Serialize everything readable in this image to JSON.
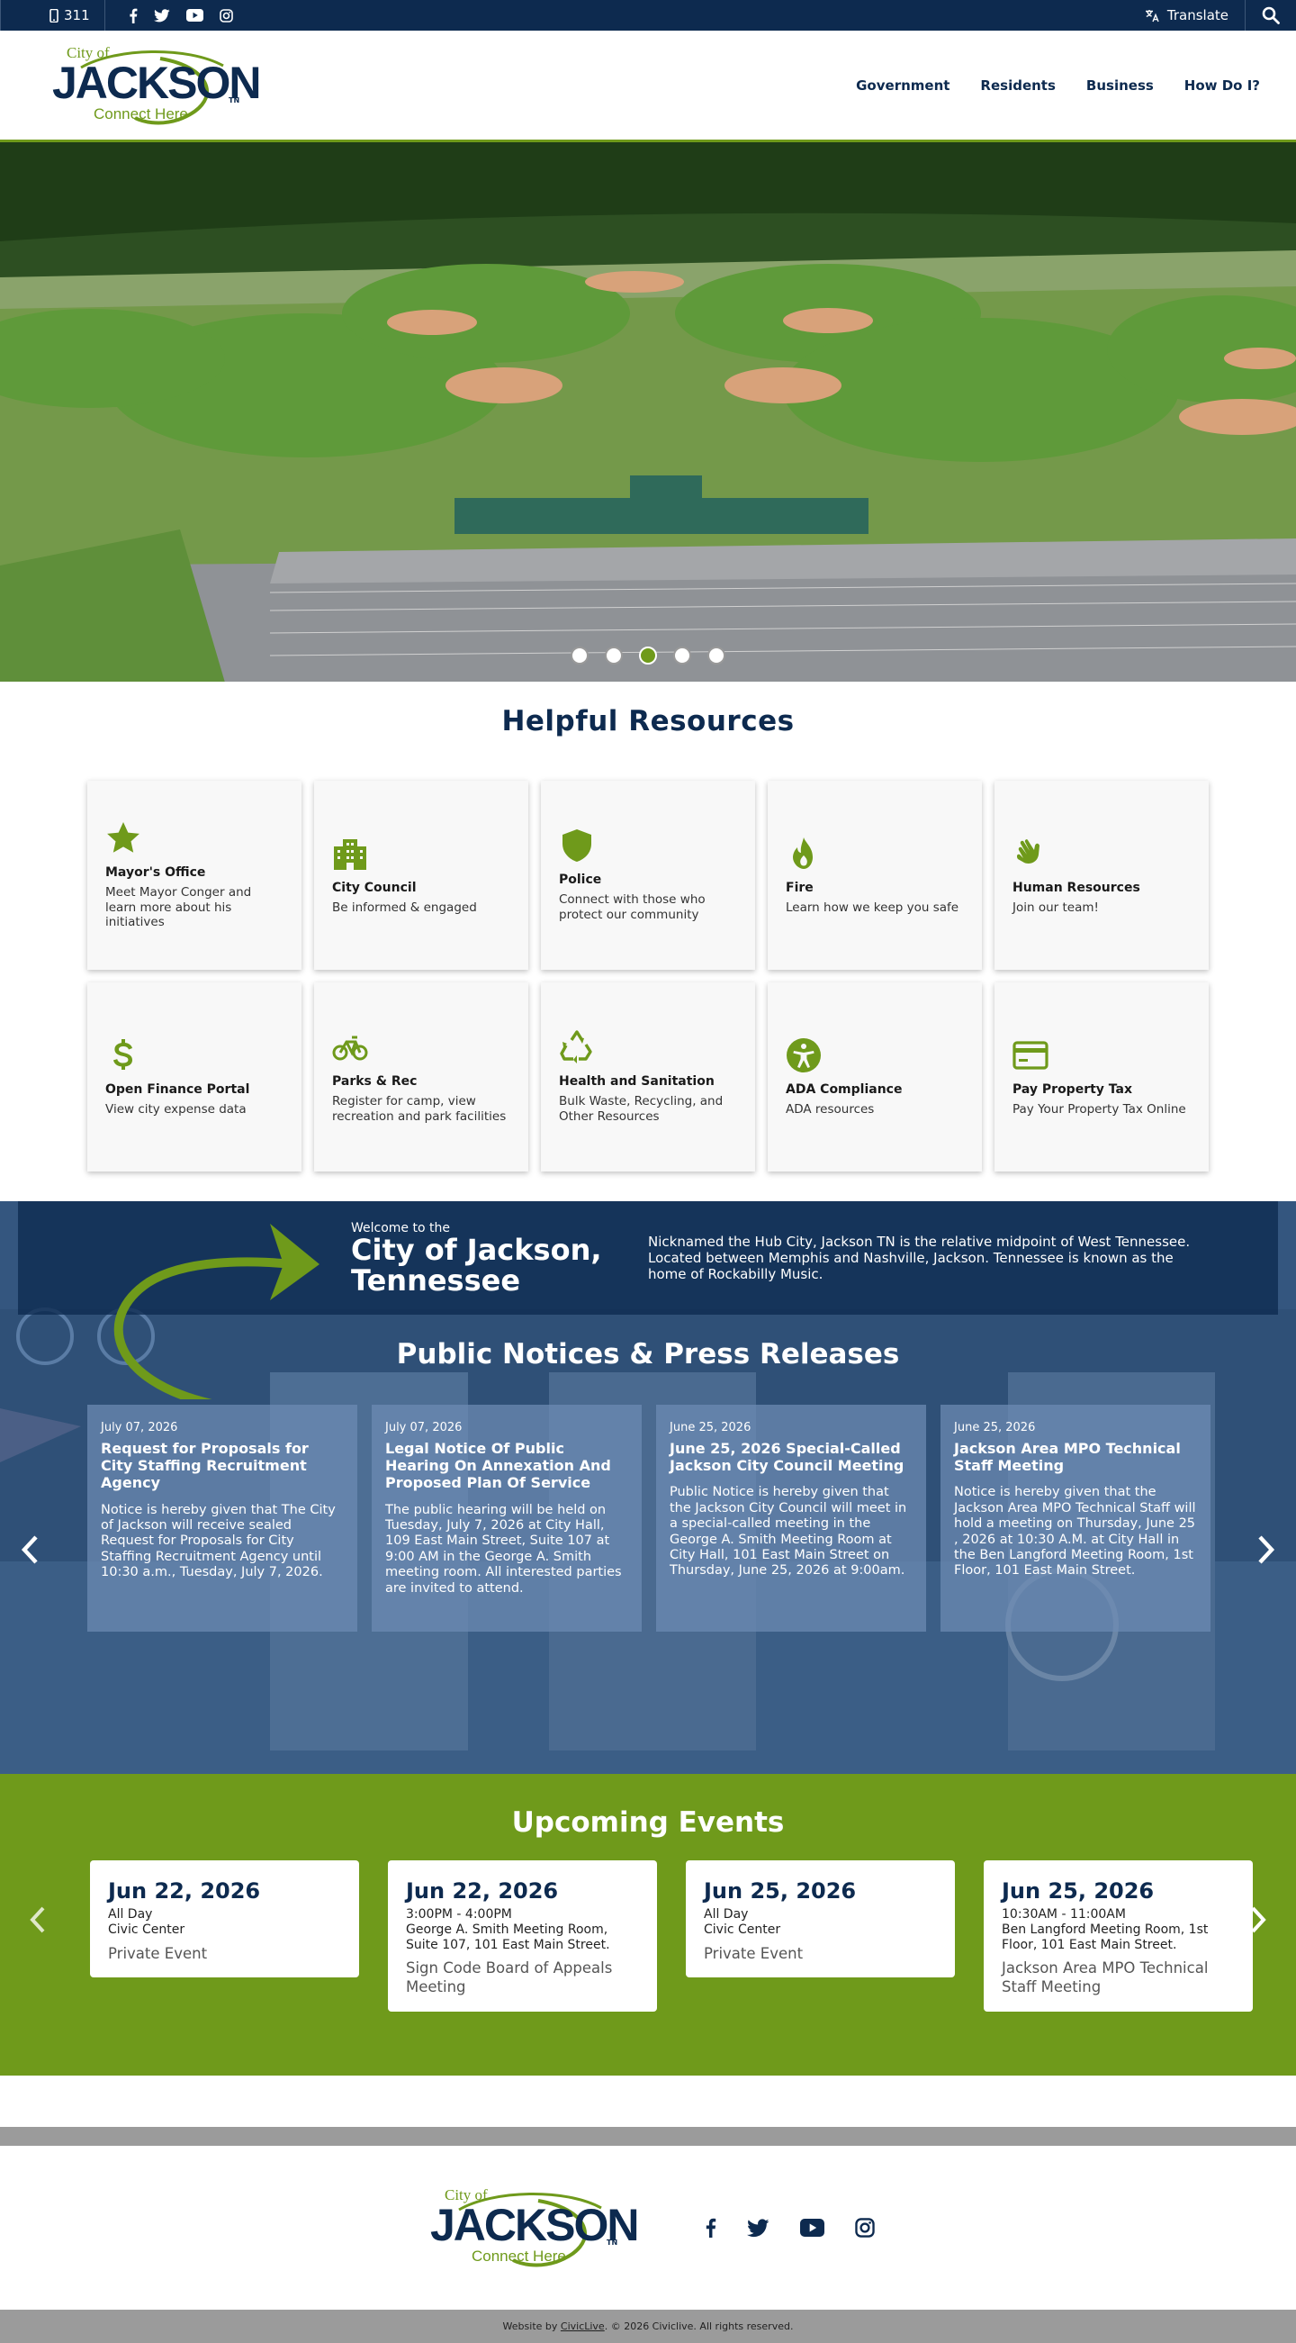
{
  "topbar": {
    "phone_label": "311",
    "translate_label": "Translate",
    "social": [
      "facebook-icon",
      "twitter-icon",
      "youtube-icon",
      "instagram-icon"
    ]
  },
  "logo": {
    "city_of": "City of",
    "name": "JACKSON",
    "tagline": "Connect Here",
    "state": "TN"
  },
  "nav": {
    "items": [
      "Government",
      "Residents",
      "Business",
      "How Do I?"
    ]
  },
  "hero": {
    "slide_count": 5,
    "active_slide": 3
  },
  "resources": {
    "title": "Helpful Resources",
    "cards": [
      {
        "icon": "star-icon",
        "title": "Mayor's Office",
        "desc": "Meet Mayor Conger and learn more about his initiatives"
      },
      {
        "icon": "building-icon",
        "title": "City Council",
        "desc": "Be informed & engaged"
      },
      {
        "icon": "shield-icon",
        "title": "Police",
        "desc": "Connect with those who protect our community"
      },
      {
        "icon": "fire-icon",
        "title": "Fire",
        "desc": "Learn how we keep you safe"
      },
      {
        "icon": "hand-icon",
        "title": "Human Resources",
        "desc": "Join our team!"
      },
      {
        "icon": "dollar-icon",
        "title": "Open Finance Portal",
        "desc": "View city expense data"
      },
      {
        "icon": "bicycle-icon",
        "title": "Parks & Rec",
        "desc": "Register for camp, view recreation and park facilities"
      },
      {
        "icon": "recycle-icon",
        "title": "Health and Sanitation",
        "desc": "Bulk Waste, Recycling, and Other Resources"
      },
      {
        "icon": "accessibility-icon",
        "title": "ADA Compliance",
        "desc": "ADA resources"
      },
      {
        "icon": "credit-card-icon",
        "title": "Pay Property Tax",
        "desc": "Pay Your Property Tax Online"
      }
    ]
  },
  "welcome": {
    "small": "Welcome to the",
    "big": "City of Jackson, Tennessee",
    "text": "Nicknamed the Hub City, Jackson TN is the relative midpoint of West Tennessee. Located between Memphis and Nashville, Jackson. Tennessee is known as the home of Rockabilly Music."
  },
  "notices": {
    "title": "Public Notices & Press Releases",
    "items": [
      {
        "date": "July 07, 2026",
        "title": "Request for Proposals for City Staffing Recruitment Agency",
        "body": "Notice is hereby given that The City of Jackson will receive sealed Request for Proposals for City Staffing Recruitment Agency until 10:30 a.m., Tuesday, July 7, 2026."
      },
      {
        "date": "July 07, 2026",
        "title": "Legal Notice Of Public Hearing On Annexation And Proposed Plan Of Service",
        "body": "The public hearing will be held on Tuesday, July 7, 2026 at City Hall, 109 East Main Street, Suite 107 at 9:00 AM in the George A. Smith meeting room. All interested parties are invited to attend."
      },
      {
        "date": "June 25, 2026",
        "title": "June 25, 2026 Special-Called Jackson City Council Meeting",
        "body": "Public Notice is hereby given that the Jackson City Council will meet in a special-called meeting in the George A. Smith Meeting Room at City Hall, 101 East Main Street on Thursday, June 25, 2026 at 9:00am."
      },
      {
        "date": "June 25, 2026",
        "title": "Jackson Area MPO Technical Staff Meeting",
        "body": "Notice is hereby given that the Jackson Area MPO Technical Staff will hold a meeting on Thursday, June 25 , 2026 at 10:30 A.M. at City Hall in the Ben Langford Meeting Room, 1st Floor, 101 East Main Street."
      }
    ]
  },
  "events": {
    "title": "Upcoming Events",
    "items": [
      {
        "date": "Jun 22, 2026",
        "time": "All Day",
        "location": "Civic Center",
        "name": "Private Event"
      },
      {
        "date": "Jun 22, 2026",
        "time": "3:00PM - 4:00PM",
        "location": "George A. Smith Meeting Room, Suite 107, 101 East Main Street.",
        "name": "Sign Code Board of Appeals Meeting"
      },
      {
        "date": "Jun 25, 2026",
        "time": "All Day",
        "location": "Civic Center",
        "name": "Private Event"
      },
      {
        "date": "Jun 25, 2026",
        "time": "10:30AM - 11:00AM",
        "location": "Ben Langford Meeting Room, 1st Floor, 101 East Main Street.",
        "name": "Jackson Area MPO Technical Staff Meeting"
      }
    ]
  },
  "footer": {
    "credit_prefix": "Website by",
    "credit_link": "CivicLive",
    "credit_suffix": ". © 2026 Civiclive. All rights reserved."
  },
  "colors": {
    "navy": "#0d2a4f",
    "green": "#6f9a1b",
    "grey": "#9b9b9b"
  }
}
